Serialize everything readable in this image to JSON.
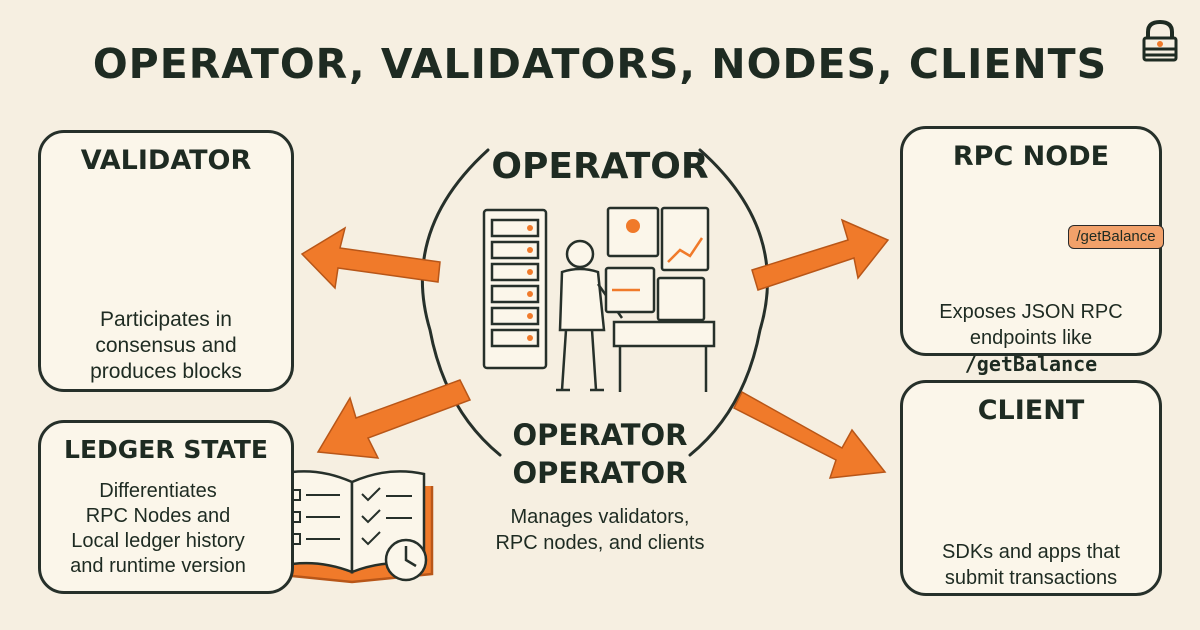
{
  "title": "OPERATOR, VALIDATORS, NODES, CLIENTS",
  "validator": {
    "title": "VALIDATOR",
    "desc": [
      "Participates in",
      "consensus and",
      "produces blocks"
    ]
  },
  "ledger": {
    "title": "LEDGER STATE",
    "desc": [
      "Differentiates",
      "RPC Nodes and",
      "Local ledger history",
      "and runtime version"
    ]
  },
  "operator": {
    "title": "OPERATOR",
    "label1": "OPERATOR",
    "label2": "OPERATOR",
    "desc": [
      "Manages validators,",
      "RPC nodes, and clients"
    ]
  },
  "rpc": {
    "title": "RPC NODE",
    "tag": "/getBalance",
    "desc_line1": "Exposes JSON RPC",
    "desc_line2_prefix": "endpoints like ",
    "desc_line2_code": "/getBalance"
  },
  "client": {
    "title": "CLIENT",
    "desc": [
      "SDKs and apps that",
      "submit transactions"
    ]
  },
  "icons": [
    "shield-bolt-icon",
    "gear-icon",
    "server-rack-icon",
    "operator-person-icon",
    "monitor-icon",
    "server-stack-icon",
    "code-document-icon",
    "keyboard-icon",
    "hand-icon",
    "open-book-icon",
    "clock-icon",
    "lock-icon"
  ],
  "colors": {
    "accent": "#f07a2a",
    "ink": "#26302a",
    "background": "#f6efe1",
    "card": "#fbf6ea"
  }
}
